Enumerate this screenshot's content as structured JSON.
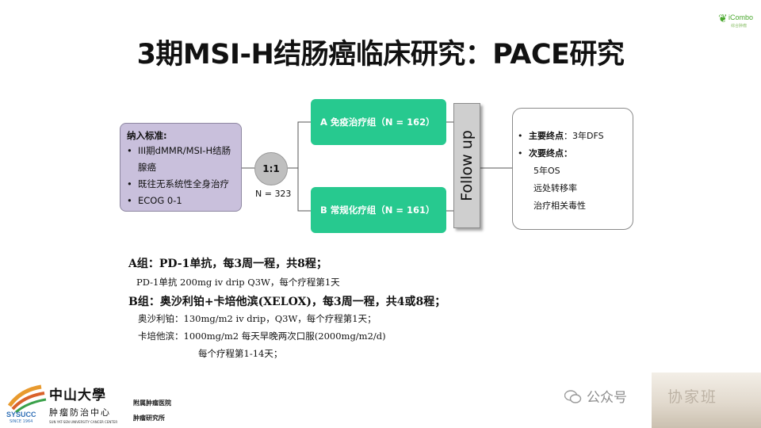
{
  "title": "3期MSI-H结肠癌临床研究：PACE研究",
  "brand": {
    "name": "iCombo",
    "sub": "综合肿瘤",
    "icon": "leaf-icon"
  },
  "inclusion": {
    "heading": "纳入标准:",
    "items": [
      "III期dMMR/MSI-H结肠腺癌",
      "既往无系统性全身治疗",
      "ECOG 0-1"
    ]
  },
  "randomization": {
    "ratio": "1:1",
    "n": "N = 323"
  },
  "arms": {
    "a": "A 免疫治疗组（N = 162）",
    "b": "B 常规化疗组（N = 161）"
  },
  "follow_up": "Follow up",
  "endpoints": {
    "primary_label": "主要终点",
    "primary_value": "：3年DFS",
    "secondary_label": "次要终点",
    "secondary_colon": "：",
    "secondary_items": [
      "5年OS",
      "远处转移率",
      "治疗相关毒性"
    ]
  },
  "regimen": {
    "a_head": "A组：PD-1单抗，每3周一程，共8程；",
    "a_detail": "PD-1单抗 200mg iv drip Q3W，每个疗程第1天",
    "b_head": "B组：奥沙利铂+卡培他滨(XELOX)，每3周一程，共4或8程；",
    "b_detail1": "奥沙利铂：130mg/m2 iv drip，Q3W，每个疗程第1天；",
    "b_detail2": "卡培他滨：1000mg/m2 每天早晚两次口服(2000mg/m2/d)",
    "b_detail3": "每个疗程第1-14天；"
  },
  "footer": {
    "logo_text": "SYSUCC",
    "since": "SINCE 1964",
    "university": "中山大學",
    "center": "肿瘤防治中心",
    "center_en": "SUN YAT-SEN UNIVERSITY CANCER CENTER",
    "affiliation1": "附属肿瘤医院",
    "affiliation2": "肿瘤研究所"
  },
  "watermark": {
    "platform": "公众号",
    "account": "协家班"
  },
  "colors": {
    "arm_green": "#27c98f",
    "inclusion_purple": "#c9c0dc",
    "followup_gray": "#cfcfcf"
  }
}
